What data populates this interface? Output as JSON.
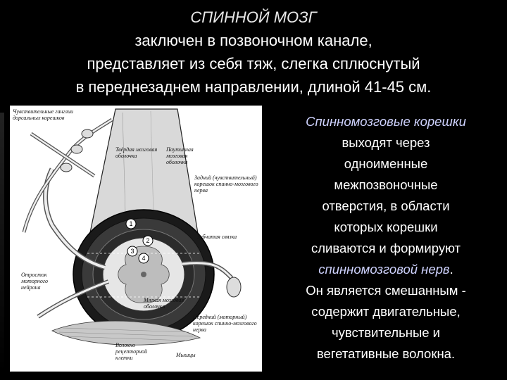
{
  "title": {
    "heading": "СПИННОЙ МОЗГ",
    "line1": "заключен в позвоночном канале,",
    "line2": "представляет из себя тяж, слегка сплюснутый",
    "line3": "в переднезаднем направлении, длиной 41-45 см."
  },
  "body": {
    "term1": "Спинномозговые корешки",
    "l1": "выходят через",
    "l2": "одноименные",
    "l3": "межпозвоночные",
    "l4": "отверстия, в области",
    "l5": "которых корешки",
    "l6": "сливаются и формируют",
    "term2": "спинномозговой нерв",
    "period": ".",
    "l7": "Он является смешанным -",
    "l8": "содержит двигательные,",
    "l9": "чувствительные и",
    "l10": "вегетативные волокна."
  },
  "figure": {
    "labels": {
      "sensory_ganglia": "Чувствительные ганглии дорсальных корешков",
      "dura": "Твёрдая мозговая оболочка",
      "arachnoid": "Паутинная мозговая оболочка",
      "dorsal_root": "Задний (чувствительный) корешок спинно-мозгового нерва",
      "denticulate": "Зубчатая связка",
      "motor_process": "Отросток моторного нейрона",
      "pia": "Мягкая мозговая оболочка",
      "ventral_root": "Передний (моторный) корешок спинно-мозгового нерва",
      "receptor_fiber": "Волокно рецепторной клетки",
      "muscles": "Мышцы"
    },
    "numbers": [
      "1",
      "2",
      "3",
      "4"
    ]
  }
}
